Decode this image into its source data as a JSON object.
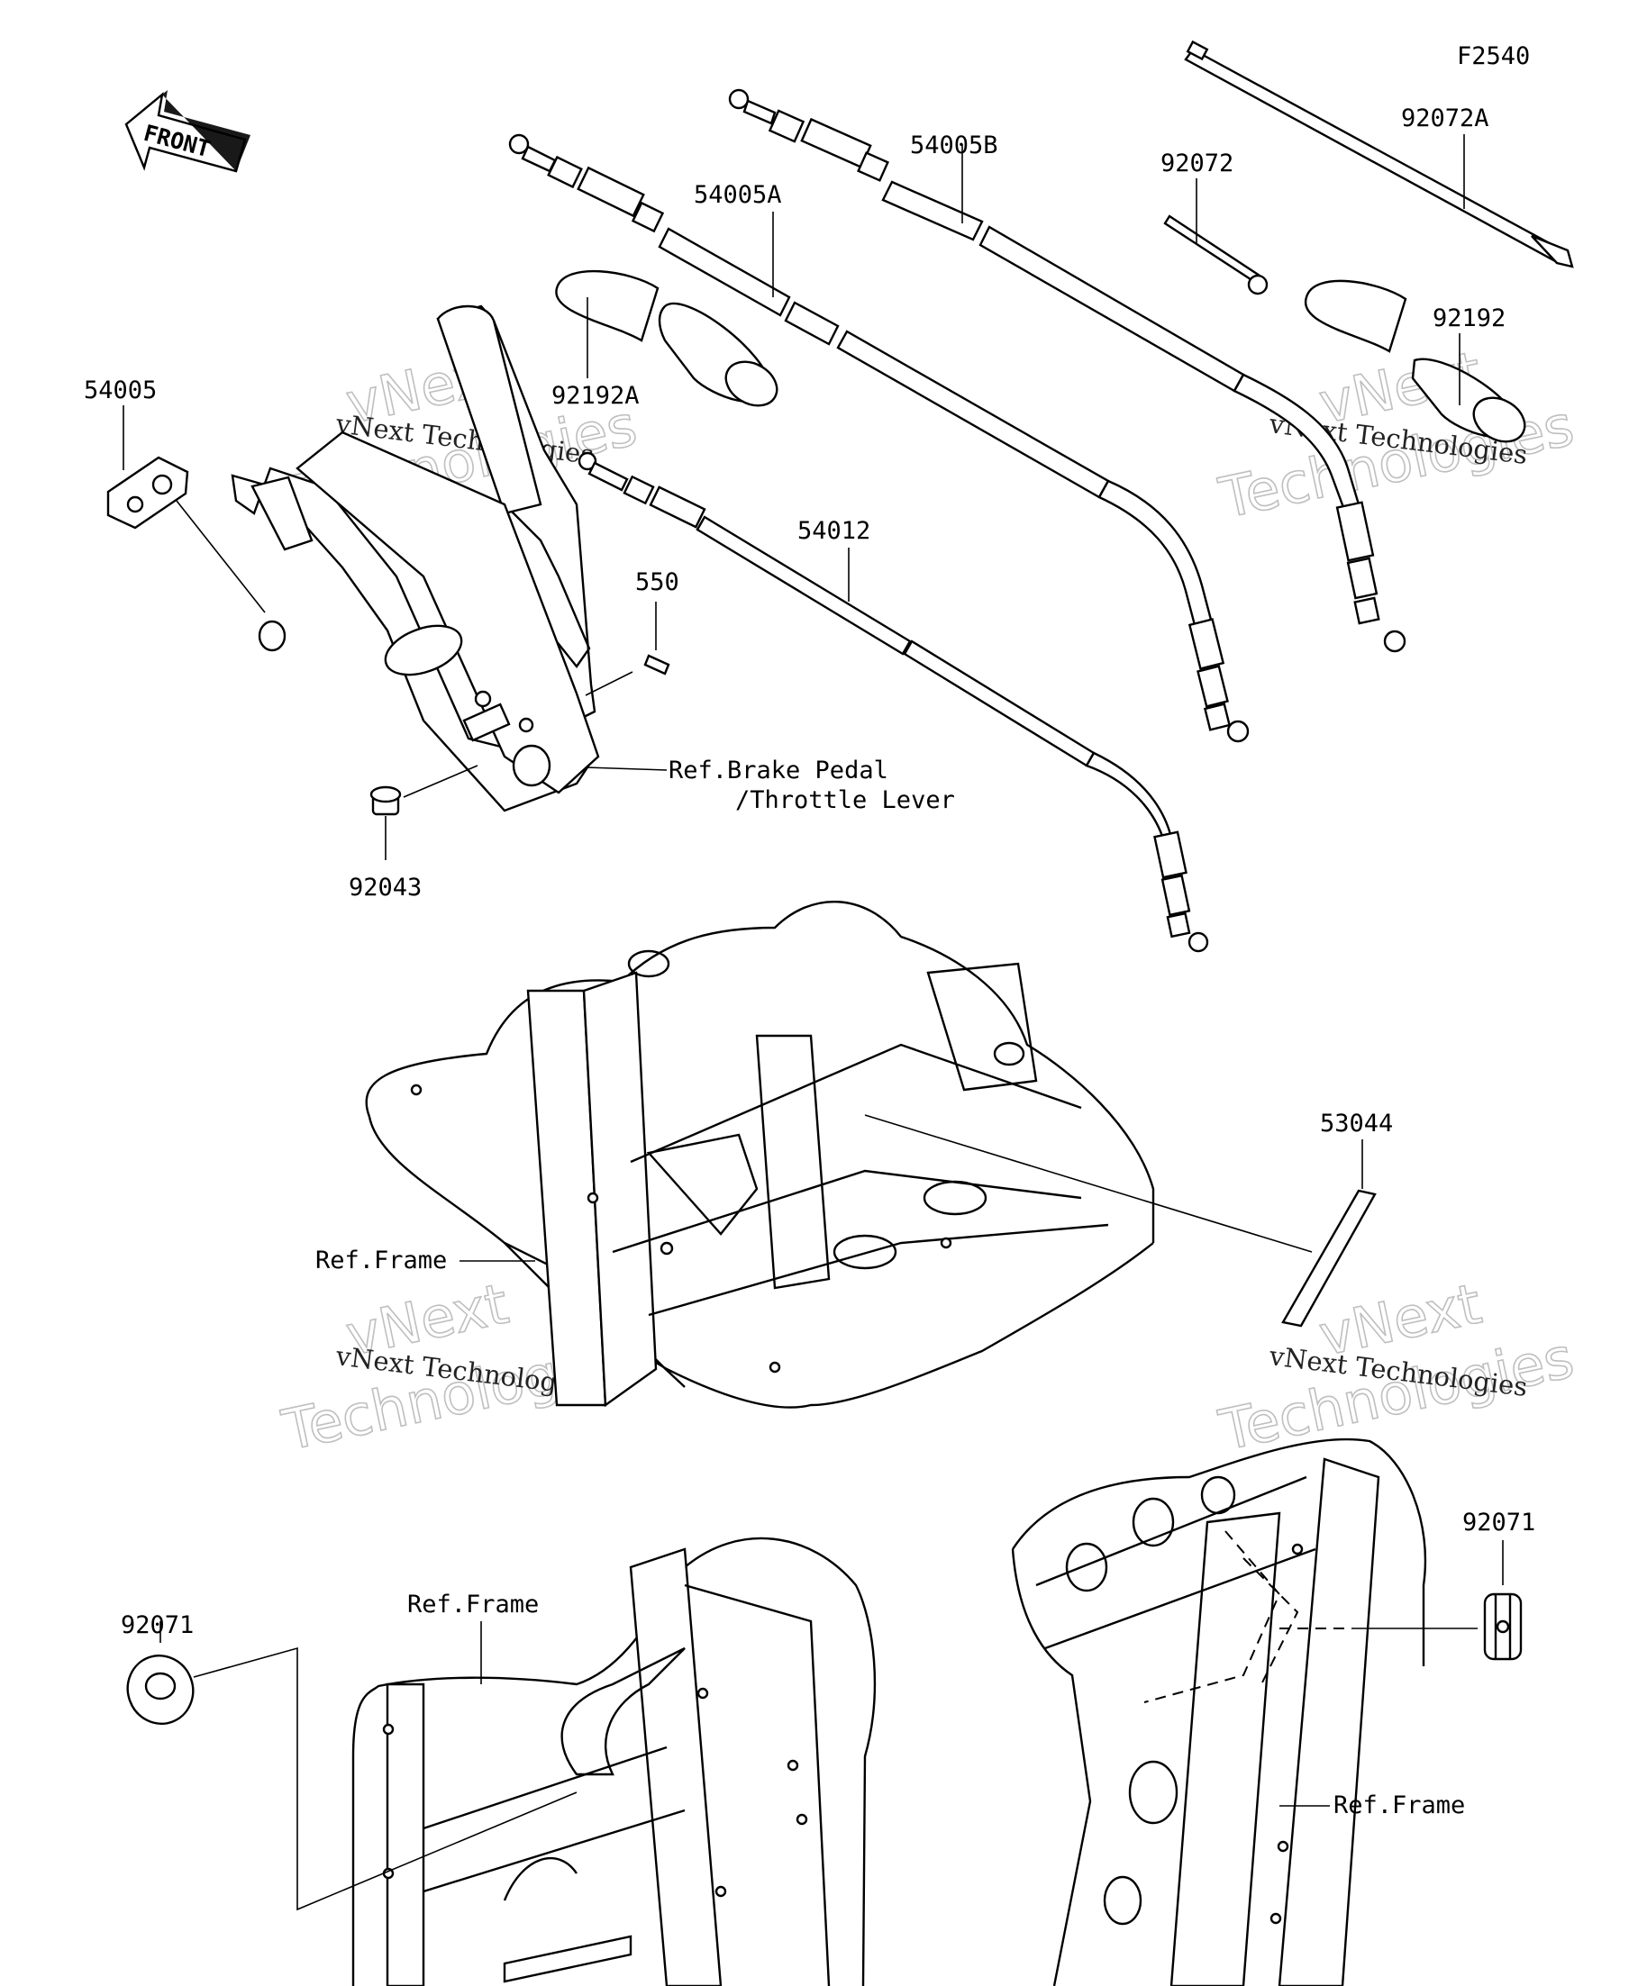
{
  "figure_code": "F2540",
  "front_label": "FRONT",
  "parts": [
    {
      "id": "p-92072a",
      "number": "92072A"
    },
    {
      "id": "p-54005b",
      "number": "54005B"
    },
    {
      "id": "p-92072",
      "number": "92072"
    },
    {
      "id": "p-54005a",
      "number": "54005A"
    },
    {
      "id": "p-92192",
      "number": "92192"
    },
    {
      "id": "p-54005",
      "number": "54005"
    },
    {
      "id": "p-92192a",
      "number": "92192A"
    },
    {
      "id": "p-54012",
      "number": "54012"
    },
    {
      "id": "p-550",
      "number": "550"
    },
    {
      "id": "p-92043",
      "number": "92043"
    },
    {
      "id": "p-53044",
      "number": "53044"
    },
    {
      "id": "p-92071-right",
      "number": "92071"
    },
    {
      "id": "p-92071-left",
      "number": "92071"
    }
  ],
  "references": {
    "brake_pedal_line1": "Ref.Brake Pedal",
    "brake_pedal_line2": "/Throttle Lever",
    "frame_center": "Ref.Frame",
    "frame_bottom_left": "Ref.Frame",
    "frame_bottom_right": "Ref.Frame"
  },
  "watermark": {
    "line1": "vNext",
    "line2": "Technologies",
    "caption": "vNext Technologies"
  }
}
